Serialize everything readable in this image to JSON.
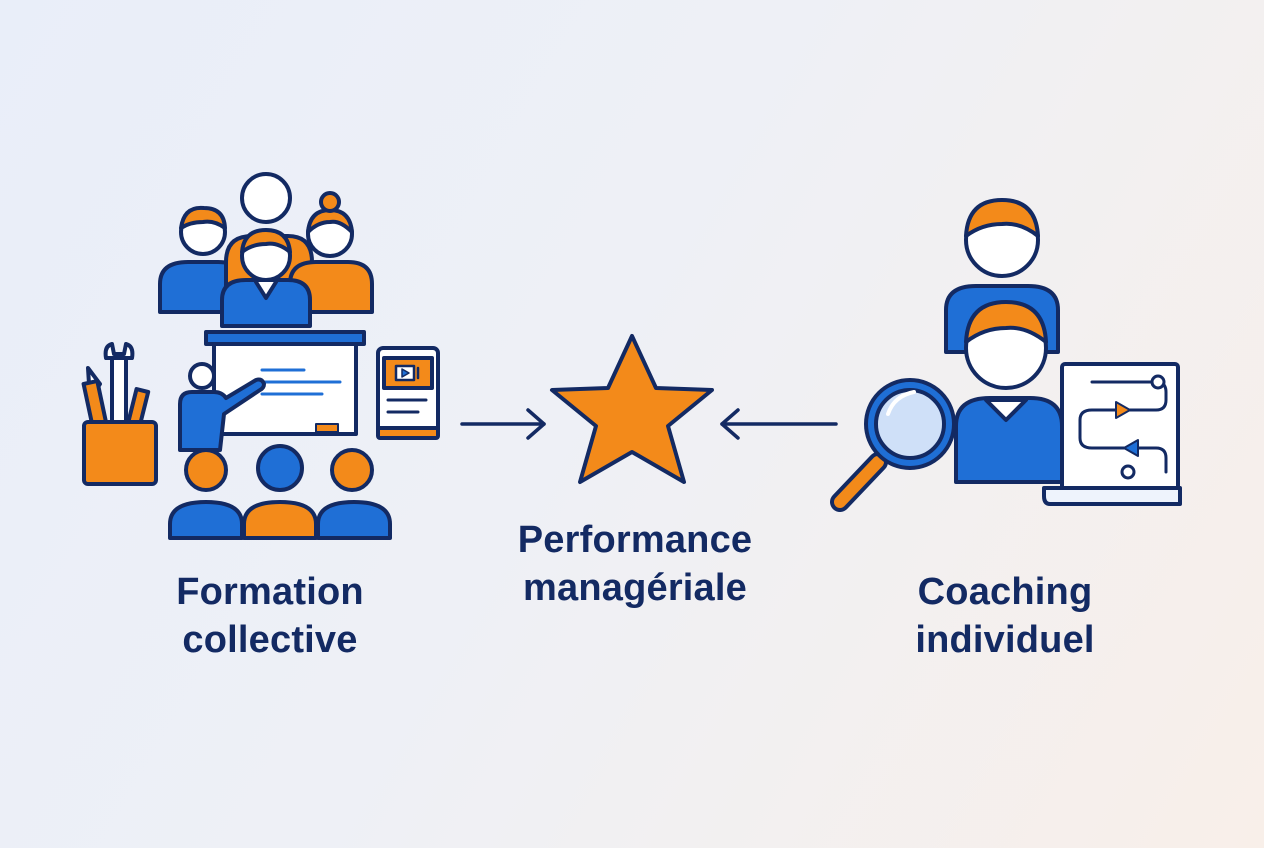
{
  "colors": {
    "blue": "#1f6fd6",
    "orange": "#f38a1a",
    "navy": "#132a63",
    "light": "#eef3fc"
  },
  "nodes": {
    "left": {
      "line1": "Formation",
      "line2": "collective",
      "icon": "group-training-icon"
    },
    "center": {
      "line1": "Performance",
      "line2": "managériale",
      "icon": "star-icon"
    },
    "right": {
      "line1": "Coaching",
      "line2": "individuel",
      "icon": "one-to-one-coaching-icon"
    }
  },
  "edges": [
    {
      "from": "left",
      "to": "center",
      "icon": "arrow-right-icon"
    },
    {
      "from": "right",
      "to": "center",
      "icon": "arrow-left-icon"
    }
  ]
}
